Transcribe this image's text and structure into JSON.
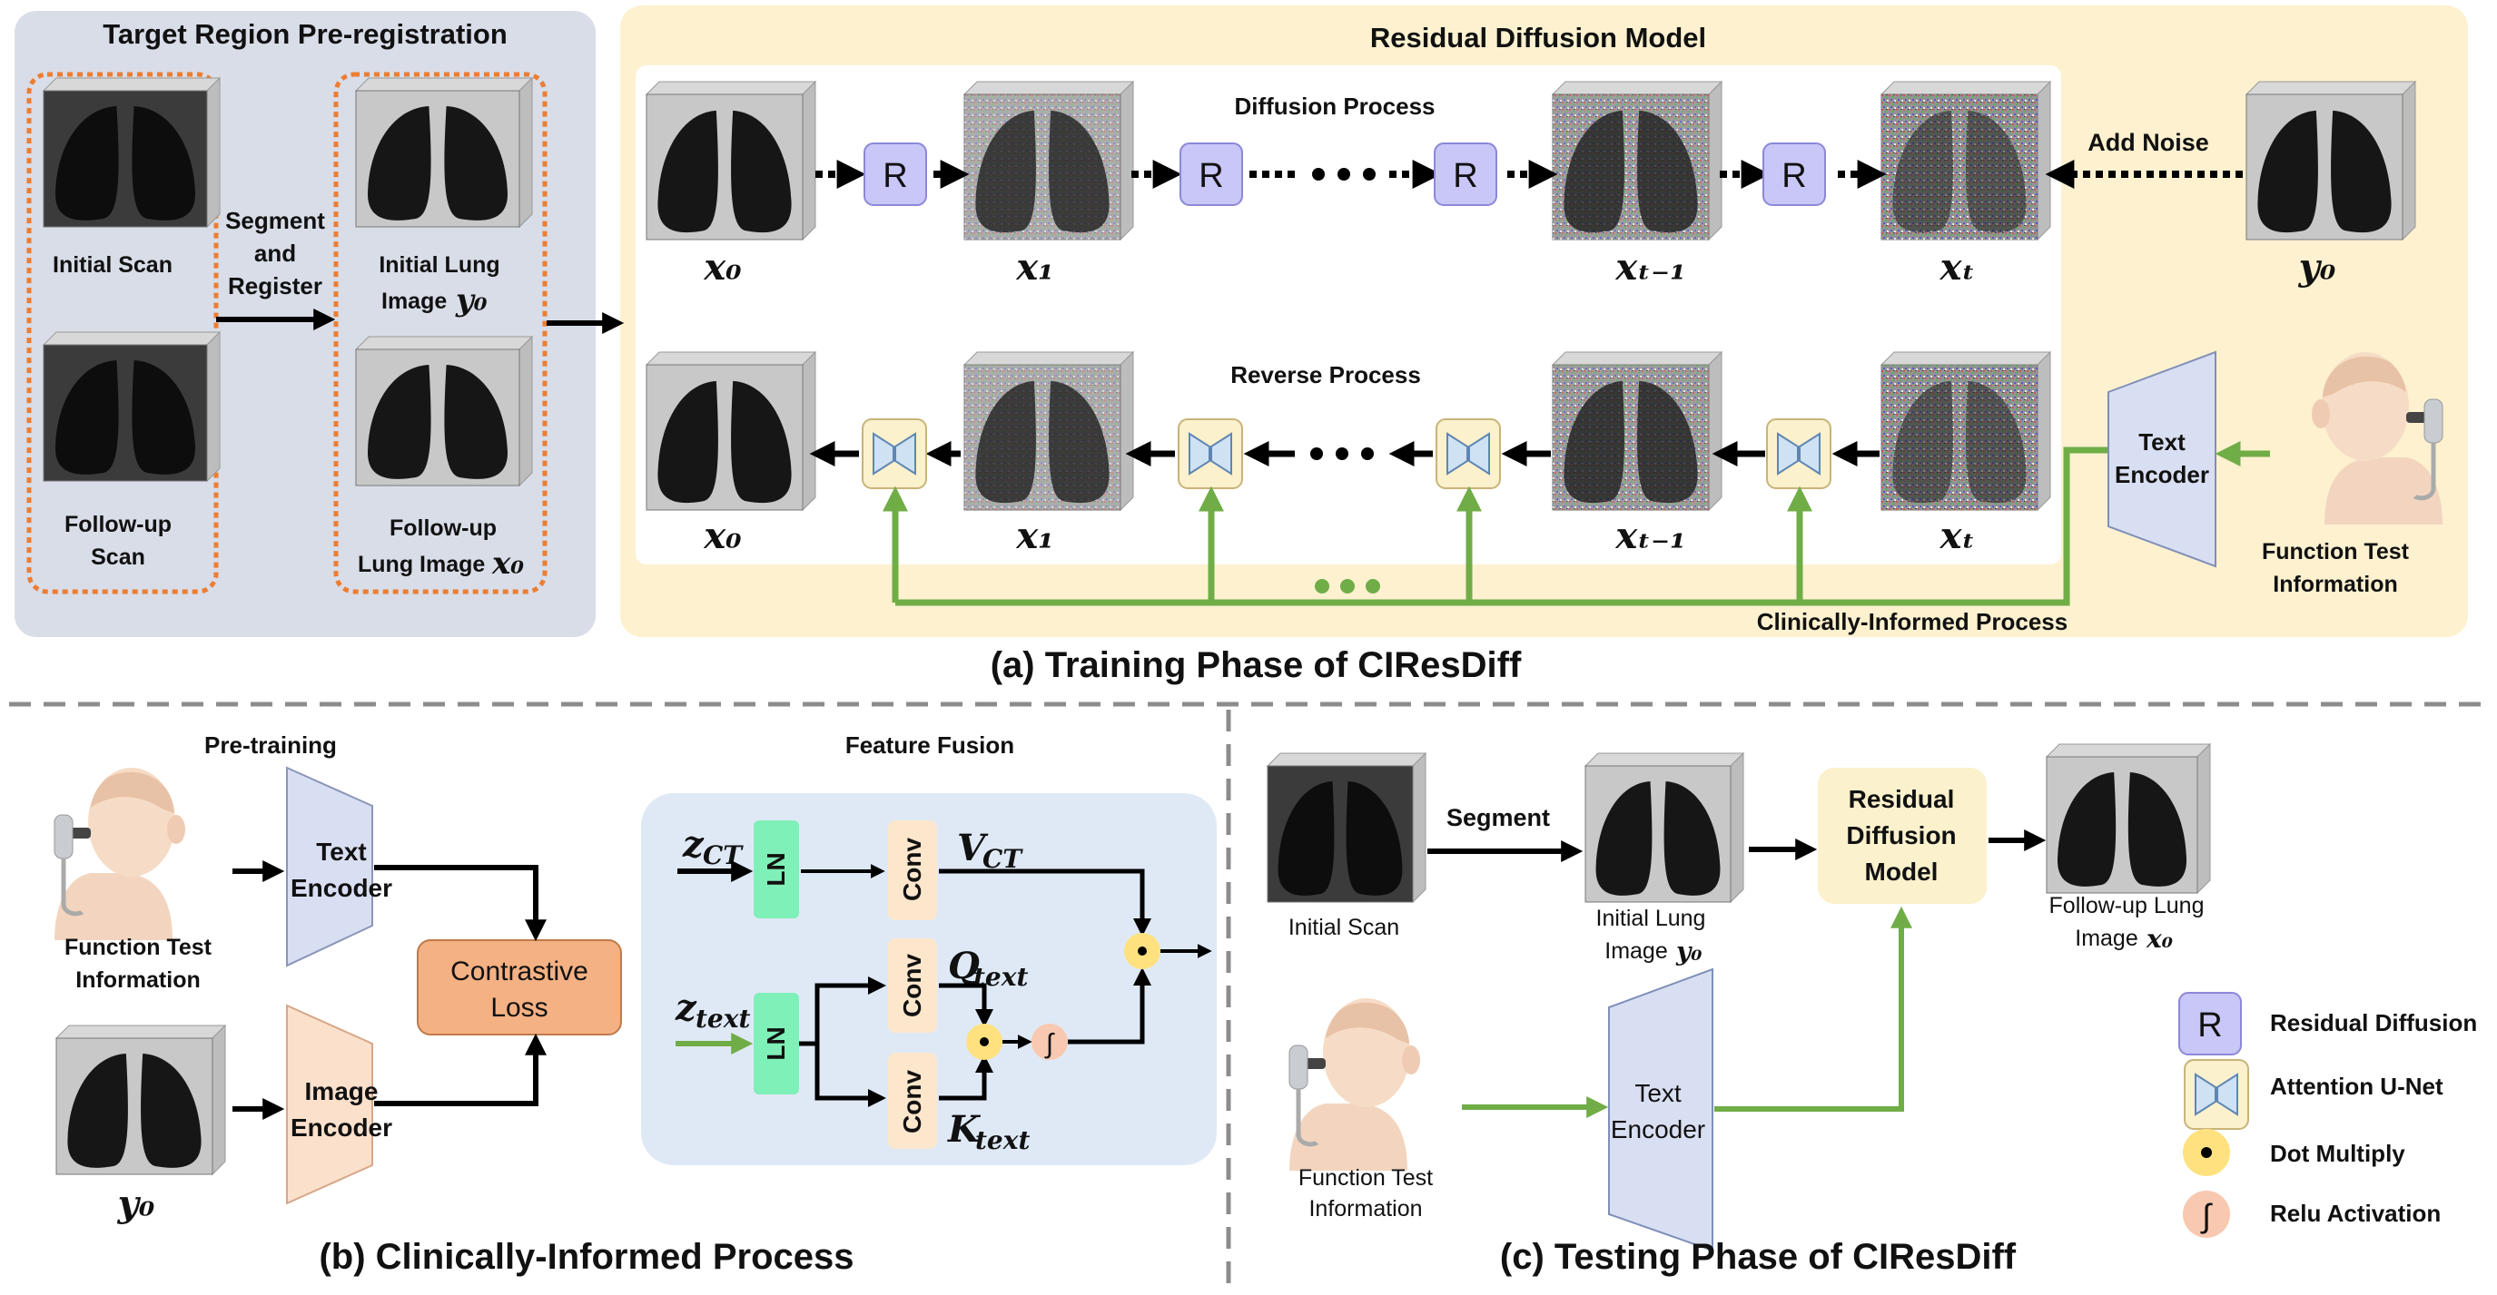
{
  "colors": {
    "panel_prereg": "#d8dde8",
    "panel_diffusion": "#fdf1cf",
    "panel_fusion": "#dfe9f6",
    "residual_block": "#c9c6f8",
    "unet_block": "#fbf1cc",
    "green_arrow": "#70ad47",
    "orange_dashed": "#ed7d31",
    "text_encoder": "#d9dff2",
    "image_encoder": "#fbe0cc",
    "contrastive_loss": "#f4b183",
    "ln_block": "#7ff0b8",
    "conv_block": "#fde7cc",
    "dot_circle": "#ffe27f",
    "relu_circle": "#f8c9b0"
  },
  "icons": [
    "lung-ct-image",
    "patient-spirometer-icon",
    "residual-r-icon",
    "attention-unet-icon",
    "dot-multiply-icon",
    "relu-activation-icon",
    "ellipsis-dots"
  ],
  "prereg": {
    "title": "Target Region Pre-registration",
    "initial_scan": "Initial Scan",
    "followup_scan": [
      "Follow-up",
      "Scan"
    ],
    "segment_register": [
      "Segment",
      "and",
      "Register"
    ],
    "initial_lung": [
      "Initial Lung",
      "Image"
    ],
    "initial_lung_symbol": "y₀",
    "followup_lung": [
      "Follow-up",
      "Lung Image"
    ],
    "followup_lung_symbol": "x₀"
  },
  "rdm": {
    "title": "Residual Diffusion Model",
    "diffusion_process": "Diffusion Process",
    "reverse_process": "Reverse Process",
    "add_noise": "Add Noise",
    "residual_letter": "R",
    "text_encoder": [
      "Text",
      "Encoder"
    ],
    "function_test": [
      "Function Test",
      "Information"
    ],
    "clinically_informed": "Clinically-Informed Process",
    "labels": [
      "x₀",
      "x₁",
      "xₜ₋₁",
      "xₜ"
    ],
    "y_label": "y₀"
  },
  "captions": {
    "a": "(a) Training Phase of CIResDiff",
    "b": "(b) Clinically-Informed Process",
    "c": "(c) Testing Phase of CIResDiff"
  },
  "pretraining": {
    "title": "Pre-training",
    "text_encoder": [
      "Text",
      "Encoder"
    ],
    "image_encoder": [
      "Image",
      "Encoder"
    ],
    "contrastive_loss": [
      "Contrastive",
      "Loss"
    ],
    "function_test": [
      "Function Test",
      "Information"
    ],
    "y_label": "y₀"
  },
  "fusion": {
    "title": "Feature Fusion",
    "z_ct": "z",
    "z_ct_sub": "CT",
    "z_text": "z",
    "z_text_sub": "text",
    "ln": "LN",
    "conv": "Conv",
    "v_ct": "V",
    "v_ct_sub": "CT",
    "q_text": "Q",
    "q_text_sub": "text",
    "k_text": "K",
    "k_text_sub": "text",
    "relu_symbol": "∫"
  },
  "testing": {
    "initial_scan": "Initial Scan",
    "segment": "Segment",
    "initial_lung": [
      "Initial Lung",
      "Image"
    ],
    "initial_lung_symbol": "y₀",
    "residual_model": [
      "Residual",
      "Diffusion",
      "Model"
    ],
    "followup_lung": [
      "Follow-up Lung",
      "Image"
    ],
    "followup_lung_symbol": "x₀",
    "text_encoder": [
      "Text",
      "Encoder"
    ],
    "function_test": [
      "Function Test",
      "Information"
    ]
  },
  "legend": {
    "residual_letter": "R",
    "residual_diffusion": "Residual Diffusion",
    "attention_unet": "Attention U-Net",
    "dot_multiply": "Dot Multiply",
    "relu_activation": "Relu Activation",
    "relu_symbol": "∫"
  }
}
